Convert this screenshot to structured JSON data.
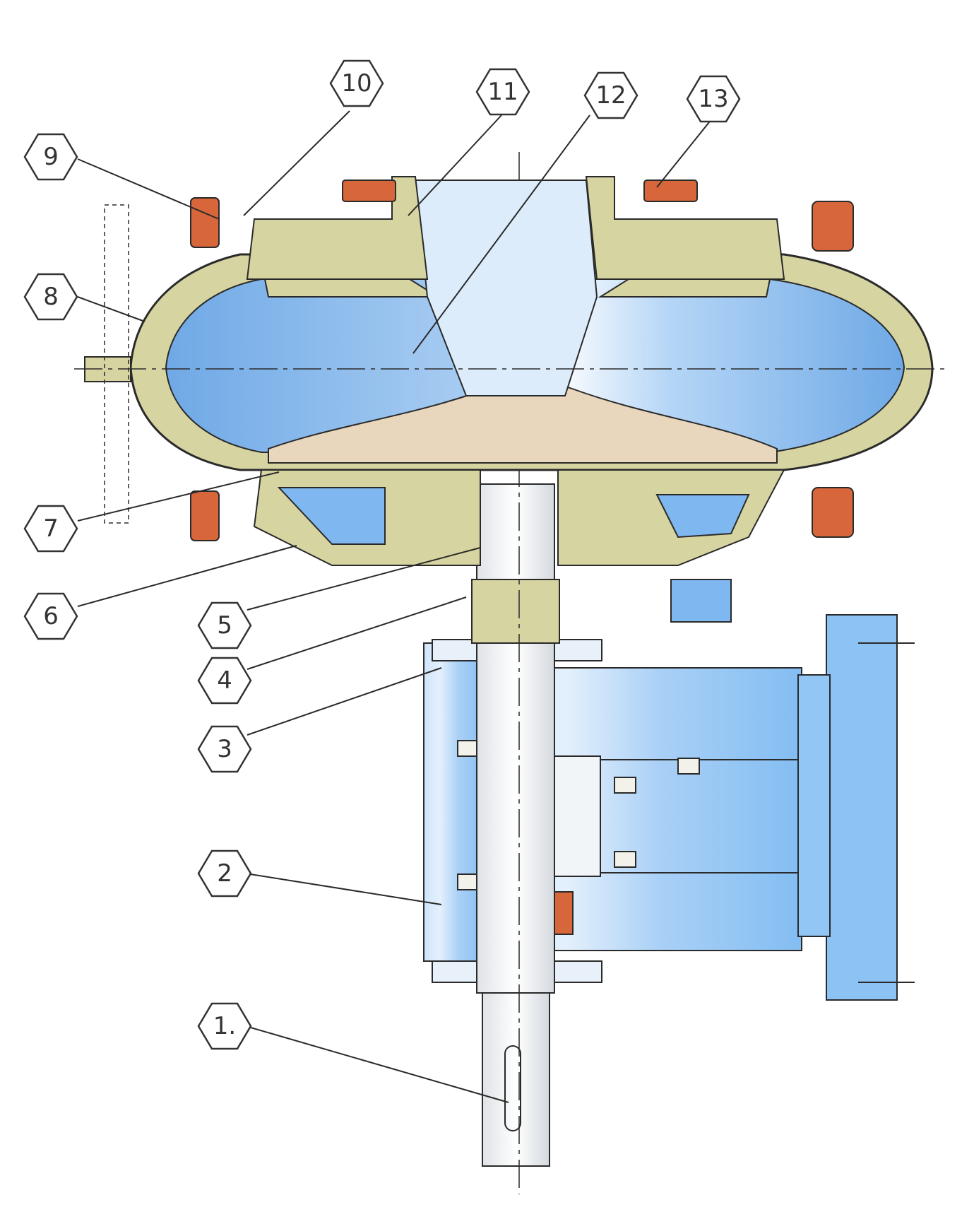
{
  "colors": {
    "casing": "#d6d4a0",
    "casing_stroke": "#6f6d4a",
    "impeller_face": "#e8d6bd",
    "fluid_blue": "#7fb7f0",
    "fluid_light": "#dcecfb",
    "clamp_orange": "#d8663b",
    "bracket_blue": "#8cc2f4",
    "shaft": "#f4f6f8",
    "line": "#2a2a2a"
  },
  "callouts": [
    {
      "id": "1",
      "label": "1."
    },
    {
      "id": "2",
      "label": "2"
    },
    {
      "id": "3",
      "label": "3"
    },
    {
      "id": "4",
      "label": "4"
    },
    {
      "id": "5",
      "label": "5"
    },
    {
      "id": "6",
      "label": "6"
    },
    {
      "id": "7",
      "label": "7"
    },
    {
      "id": "8",
      "label": "8"
    },
    {
      "id": "9",
      "label": "9"
    },
    {
      "id": "10",
      "label": "10"
    },
    {
      "id": "11",
      "label": "11"
    },
    {
      "id": "12",
      "label": "12"
    },
    {
      "id": "13",
      "label": "13"
    }
  ]
}
